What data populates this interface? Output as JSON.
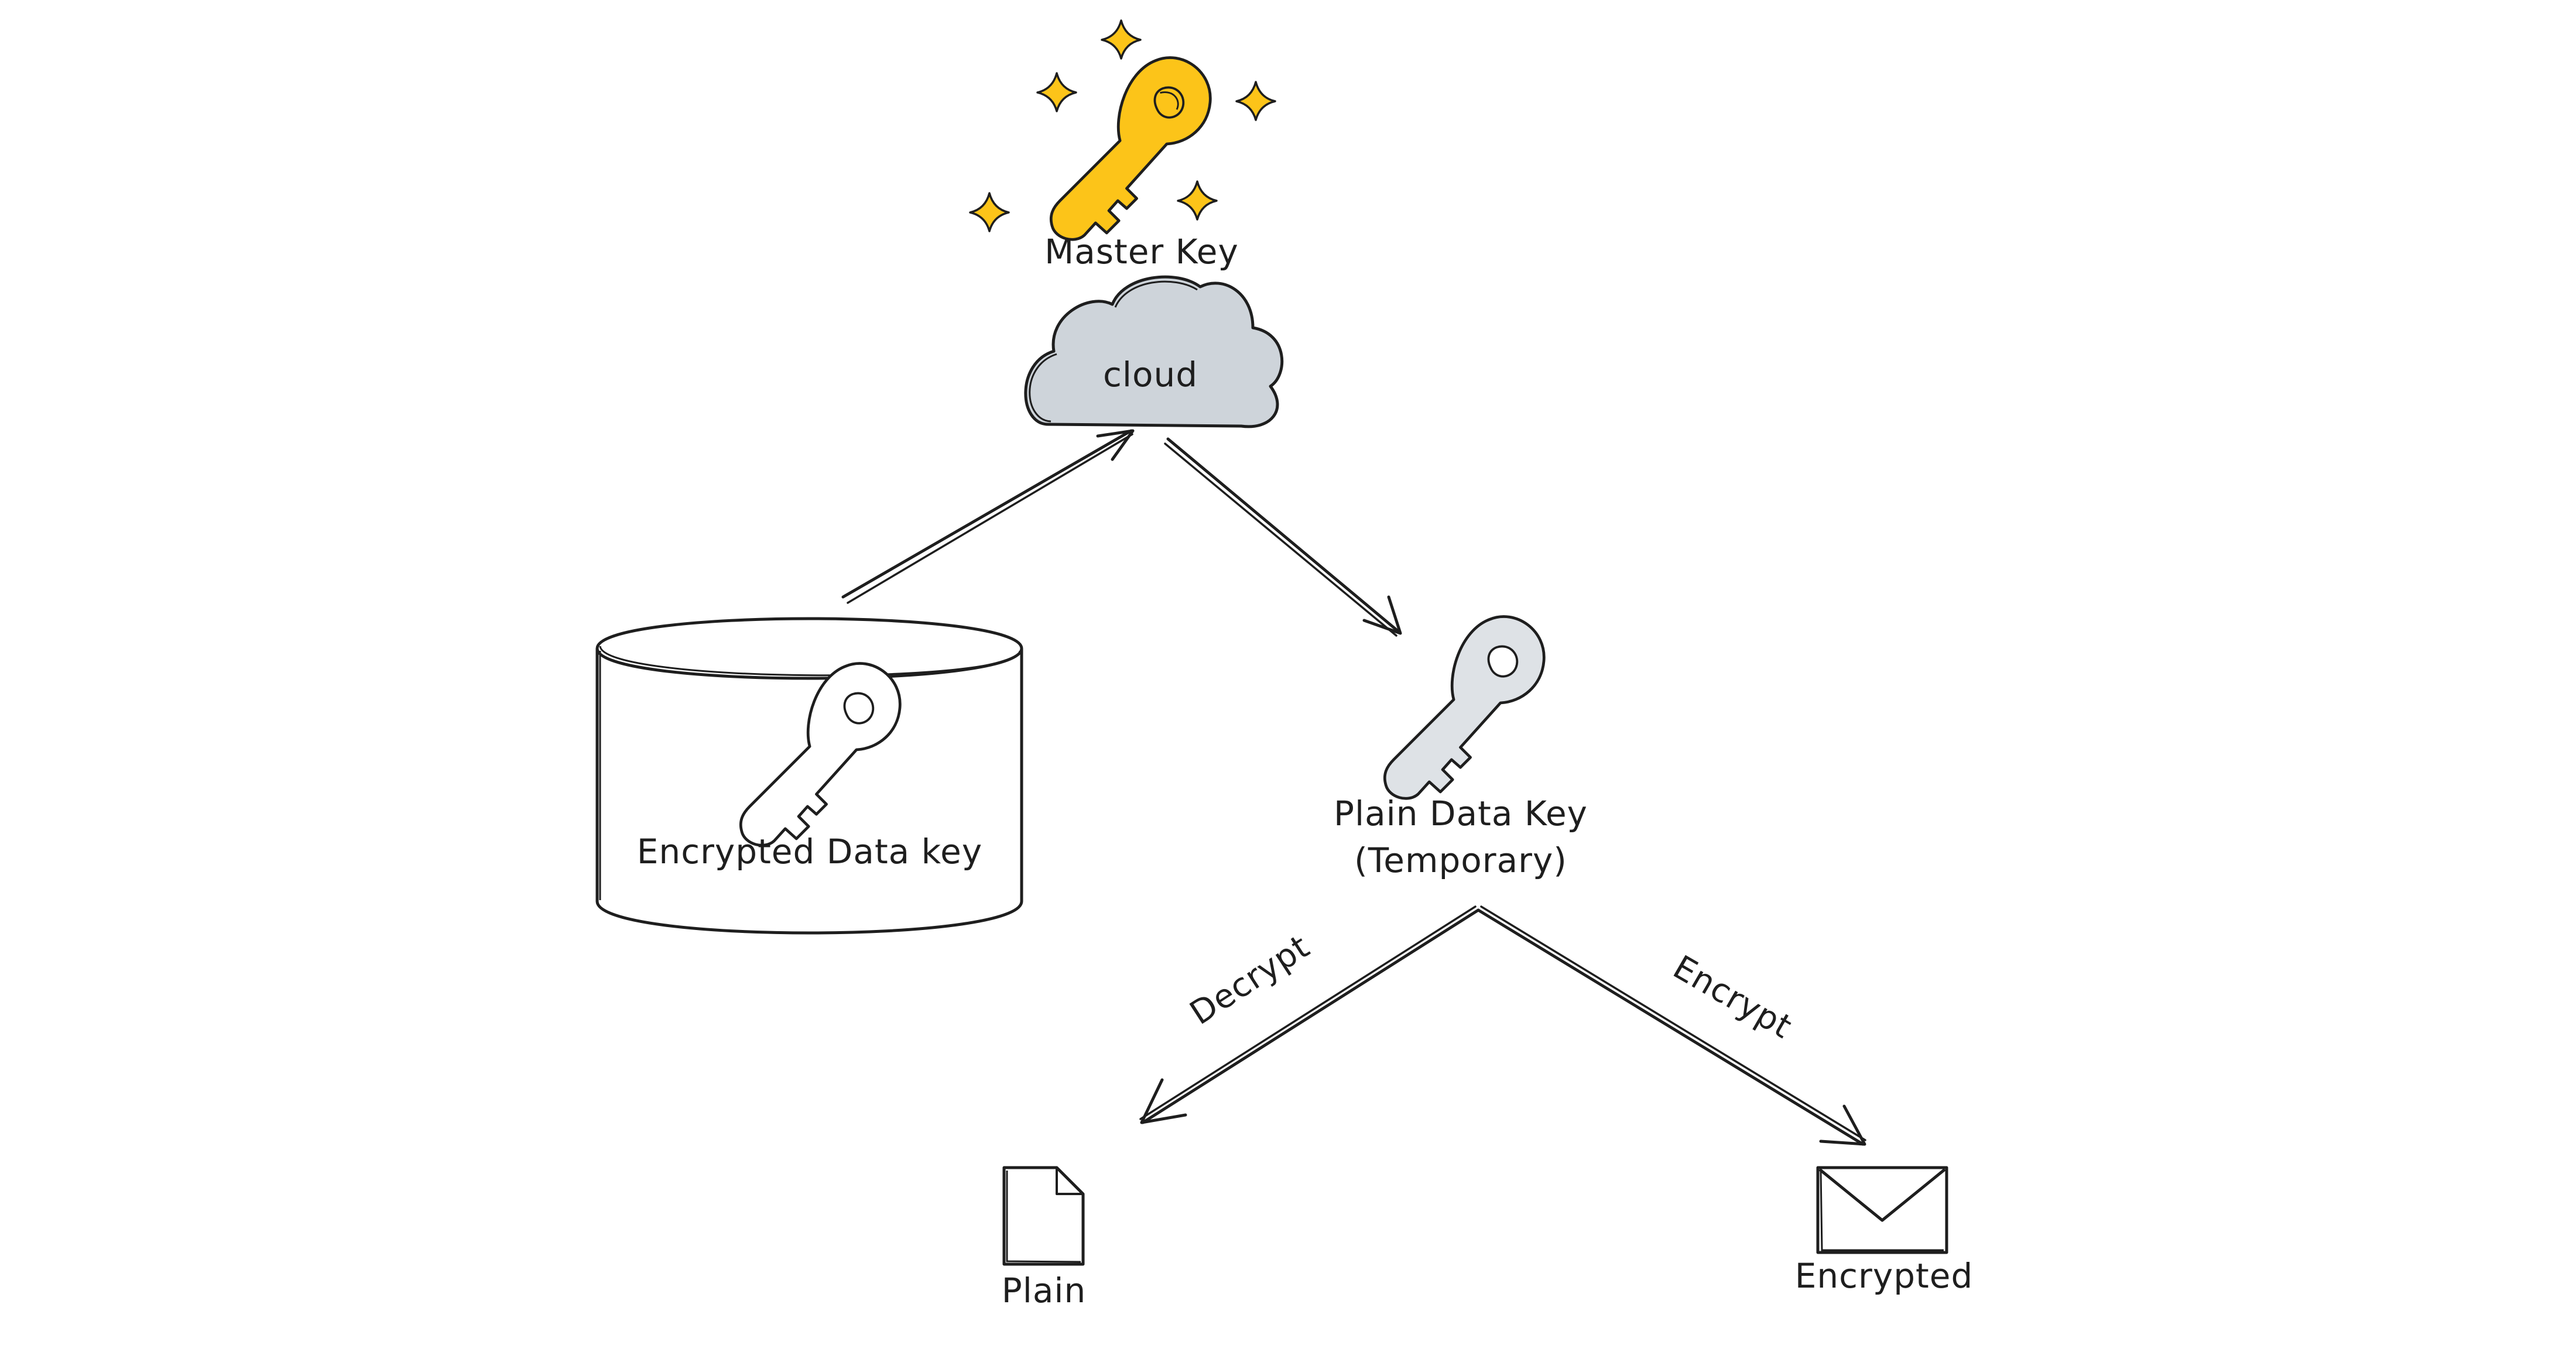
{
  "nodes": {
    "master_key": {
      "label": "Master Key",
      "color": "#fcc419"
    },
    "cloud": {
      "label": "cloud",
      "color": "#ced4da"
    },
    "database": {
      "label": "Encrypted Data key"
    },
    "plain_data_key": {
      "line1": "Plain Data Key",
      "line2": "(Temporary)",
      "color": "#dee2e6"
    },
    "plain": {
      "label": "Plain"
    },
    "encrypted": {
      "label": "Encrypted"
    }
  },
  "edges": {
    "decrypt": {
      "label": "Decrypt"
    },
    "encrypt": {
      "label": "Encrypt"
    }
  },
  "colors": {
    "stroke": "#1e1e1e",
    "background": "#ffffff"
  }
}
